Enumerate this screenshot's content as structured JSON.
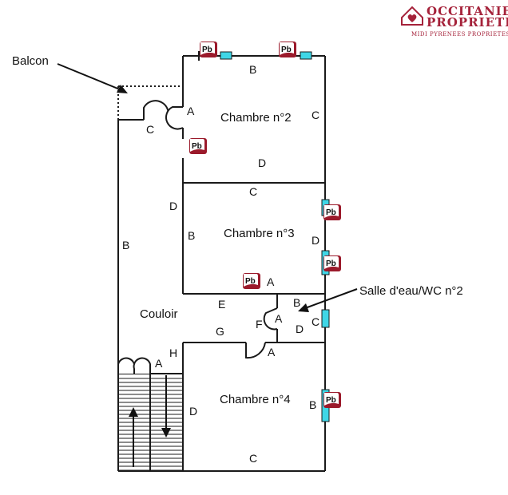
{
  "logo": {
    "line1": "OCCITANIE",
    "line2": "PROPRIETES",
    "tagline": "MIDI PYRENEES PROPRIETES",
    "color": "#a5223a"
  },
  "callouts": {
    "balcon": "Balcon",
    "salle": "Salle d'eau/WC n°2"
  },
  "rooms": {
    "chambre2": "Chambre n°2",
    "chambre3": "Chambre n°3",
    "chambre4": "Chambre n°4",
    "couloir": "Couloir"
  },
  "wall_labels": {
    "ch2_a": "A",
    "ch2_b": "B",
    "ch2_c": "C",
    "ch2_d": "D",
    "ch3_b": "B",
    "ch3_c": "C",
    "ch3_d_left": "D",
    "ch3_d_right": "D",
    "balcon_c": "C",
    "couloir_b": "B",
    "couloir_e": "E",
    "couloir_g": "G",
    "couloir_h": "H",
    "couloir_a_stair": "A",
    "salle_a_top": "A",
    "salle_b": "B",
    "salle_f": "F",
    "salle_a_door": "A",
    "salle_c": "C",
    "salle_d": "D",
    "ch4_a": "A",
    "ch4_b": "B",
    "ch4_c": "C",
    "ch4_d": "D"
  },
  "lead_marker": "Pb",
  "colors": {
    "window": "#3fd6e6",
    "lead": "#9b1a2b"
  }
}
